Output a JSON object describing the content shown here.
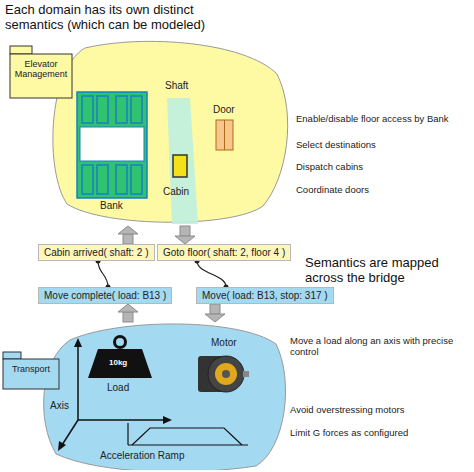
{
  "diagram": {
    "title": "Each domain has its own distinct semantics (which can be modeled)",
    "nodes": [
      {
        "text": [
          "Elevator Management"
        ]
      },
      {
        "text": [
          "Cabin arrived( shaft: 2 )"
        ]
      },
      {
        "text": [
          "Goto floor( shaft: 2, floor 4 )"
        ]
      },
      {
        "text": [
          "Move complete( load: B13 )"
        ]
      },
      {
        "text": [
          "Move( load: B13, stop: 317 )"
        ]
      },
      {
        "text": [
          "Transport"
        ]
      }
    ],
    "edges": [
      {
        "from": 5,
        "to": 3,
        "arrow": "to"
      },
      {
        "from": 3,
        "to": 1,
        "arrow": "none"
      },
      {
        "from": 1,
        "to": 0,
        "arrow": "to"
      },
      {
        "from": 0,
        "to": 2,
        "arrow": "to"
      },
      {
        "from": 2,
        "to": 4,
        "arrow": "none"
      },
      {
        "from": 4,
        "to": 5,
        "arrow": "to"
      }
    ],
    "labels": [
      "Shaft",
      "Door",
      "Bank",
      "Cabin",
      "Enable/disable floor access by Bank",
      "Select destinations",
      "Dispatch cabins",
      "Coordinate doors",
      "Semantics are mapped across the bridge",
      "10kg",
      "Load",
      "Motor",
      "Axis",
      "Acceleration Ramp",
      "Move a load along an axis with precise control",
      "Avoid overstressing motors",
      "Limit G forces as configured"
    ]
  }
}
